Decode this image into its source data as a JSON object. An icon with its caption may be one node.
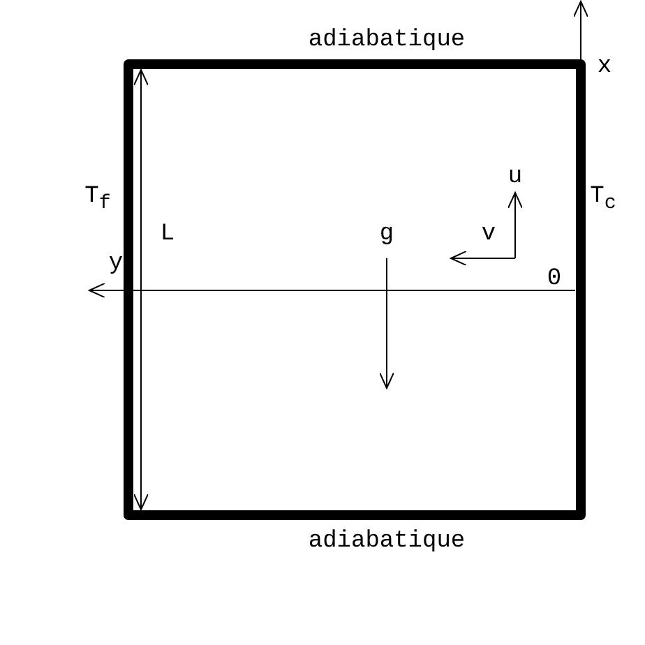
{
  "diagram": {
    "labels": [
      "adiabatique",
      "x",
      "T$_{f}$",
      "u",
      "T$_{c}$",
      "L",
      "g",
      "v",
      "y",
      "0",
      "adiabatique"
    ]
  }
}
